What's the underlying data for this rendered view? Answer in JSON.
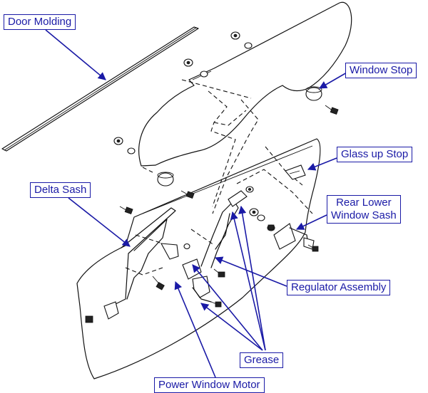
{
  "labels": {
    "door_molding": "Door Molding",
    "window_stop": "Window Stop",
    "glass_up_stop": "Glass up Stop",
    "delta_sash": "Delta Sash",
    "rear_lower_window_sash": "Rear Lower\nWindow Sash",
    "regulator_assembly": "Regulator Assembly",
    "grease": "Grease",
    "power_window_motor": "Power Window Motor"
  },
  "colors": {
    "label_blue": "#1a1aa6",
    "line_ink": "#111111",
    "background": "#ffffff"
  }
}
